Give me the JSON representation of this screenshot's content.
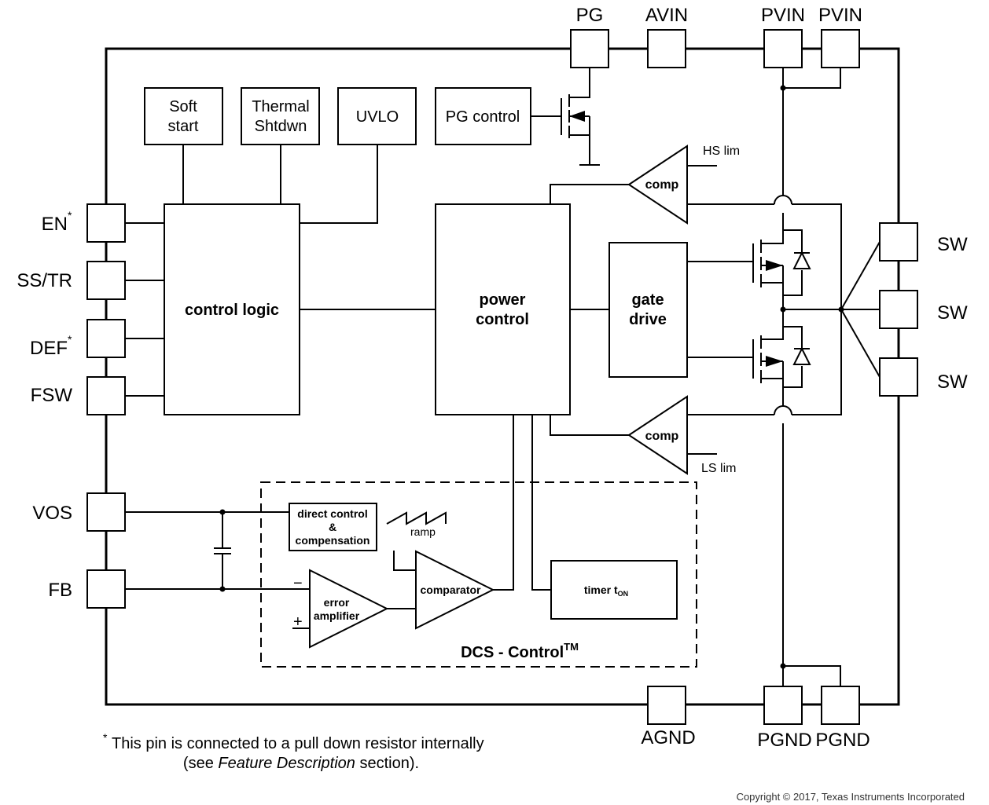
{
  "pins": {
    "pg": "PG",
    "avin": "AVIN",
    "pvin1": "PVIN",
    "pvin2": "PVIN",
    "en": "EN",
    "en_mark": "*",
    "sstr": "SS/TR",
    "def": "DEF",
    "def_mark": "*",
    "fsw": "FSW",
    "vos": "VOS",
    "fb": "FB",
    "sw1": "SW",
    "sw2": "SW",
    "sw3": "SW",
    "agnd": "AGND",
    "pgnd1": "PGND",
    "pgnd2": "PGND"
  },
  "blocks": {
    "soft_start_1": "Soft",
    "soft_start_2": "start",
    "thermal_1": "Thermal",
    "thermal_2": "Shtdwn",
    "uvlo": "UVLO",
    "pg_control": "PG control",
    "control_logic": "control logic",
    "power_control_1": "power",
    "power_control_2": "control",
    "gate_drive_1": "gate",
    "gate_drive_2": "drive",
    "comp_hs": "comp",
    "comp_ls": "comp",
    "hs_lim": "HS lim",
    "ls_lim": "LS lim",
    "direct_control_1": "direct control",
    "direct_control_2": "&",
    "direct_control_3": "compensation",
    "ramp": "ramp",
    "comparator": "comparator",
    "error_amp_1": "error",
    "error_amp_2": "amplifier",
    "minus": "−",
    "plus": "+",
    "timer": "timer t",
    "timer_sub": "ON",
    "dcs": "DCS - Control",
    "dcs_tm": "TM"
  },
  "footnote": {
    "star": "*",
    "line1": "This pin is connected to a pull down resistor internally",
    "line2_pre": "(see ",
    "line2_em": "Feature Description",
    "line2_post": " section)."
  },
  "copyright": "Copyright © 2017, Texas Instruments Incorporated"
}
